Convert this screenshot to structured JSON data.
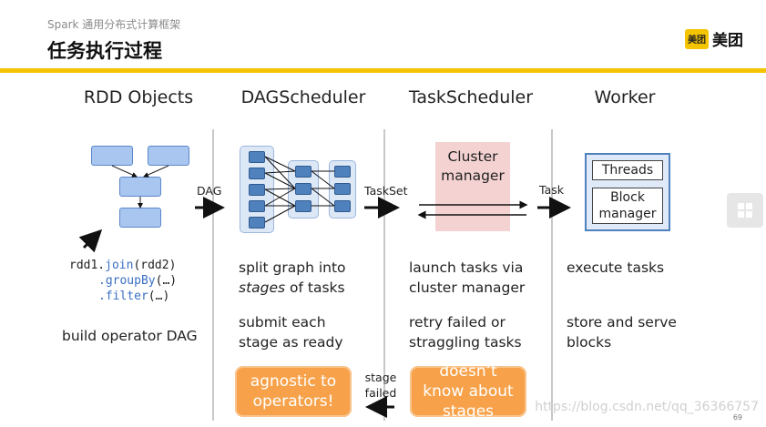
{
  "header": {
    "subtitle": "Spark 通用分布式计算框架",
    "title": "任务执行过程"
  },
  "logo": {
    "badge": "美团",
    "text": "美团"
  },
  "columns": {
    "rdd": {
      "title": "RDD Objects",
      "code": {
        "line1_var": "rdd1.",
        "line1_fn": "join",
        "line1_arg": "(rdd2)",
        "line2_fn": ".groupBy",
        "line2_arg": "(…)",
        "line3_fn": ".filter",
        "line3_arg": "(…)"
      },
      "desc": "build operator DAG"
    },
    "dag": {
      "title": "DAGScheduler",
      "desc1_a": "split graph into",
      "desc1_em": "stages",
      "desc1_b": " of tasks",
      "desc2": "submit each stage as ready"
    },
    "task": {
      "title": "TaskScheduler",
      "cluster": "Cluster manager",
      "desc1": "launch tasks via cluster manager",
      "desc2": "retry failed or straggling tasks"
    },
    "worker": {
      "title": "Worker",
      "threads": "Threads",
      "block": "Block manager",
      "desc1": "execute tasks",
      "desc2": "store and serve blocks"
    }
  },
  "arrows": {
    "dag": "DAG",
    "taskset": "TaskSet",
    "task": "Task",
    "stage_failed": "stage failed"
  },
  "callouts": {
    "agnostic": "agnostic to operators!",
    "doesnt_know": "doesn’t know about stages"
  },
  "watermark": "https://blog.csdn.net/qq_36366757",
  "page_number": "69",
  "colors": {
    "accent": "#f5c400",
    "orange": "#f7a24a",
    "blue": "#4f81bd"
  }
}
